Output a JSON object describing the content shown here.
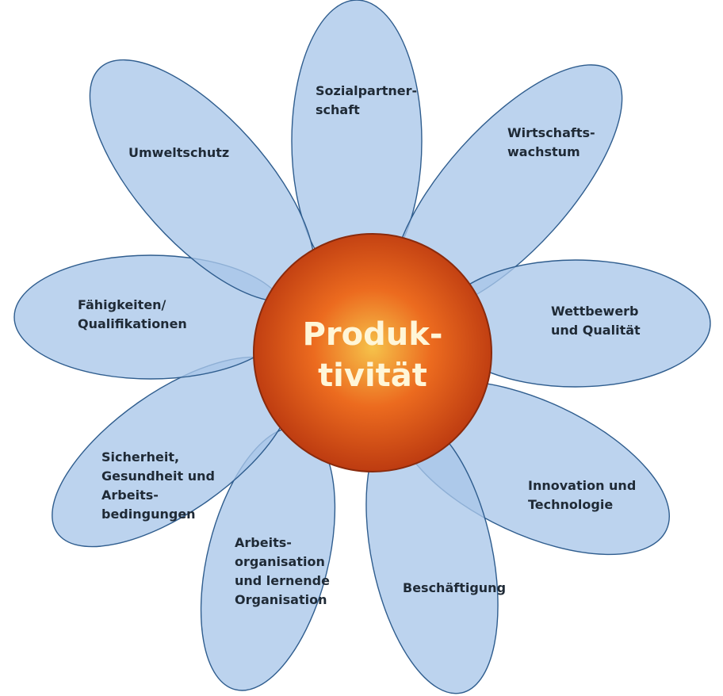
{
  "center": {
    "label_lines": [
      "Produk-",
      "tivität"
    ]
  },
  "petals": [
    {
      "lines": [
        "Sozialpartner-",
        "schaft"
      ]
    },
    {
      "lines": [
        "Wirtschafts-",
        "wachstum"
      ]
    },
    {
      "lines": [
        "Wettbewerb",
        "und Qualität"
      ]
    },
    {
      "lines": [
        "Innovation und",
        "Technologie"
      ]
    },
    {
      "lines": [
        "Beschäftigung"
      ]
    },
    {
      "lines": [
        "Arbeits-",
        "organisation",
        "und lernende",
        "Organisation"
      ]
    },
    {
      "lines": [
        "Sicherheit,",
        "Gesundheit und",
        "Arbeits-",
        "bedingungen"
      ]
    },
    {
      "lines": [
        "Fähigkeiten/",
        "Qualifikationen"
      ]
    },
    {
      "lines": [
        "Umweltschutz"
      ]
    }
  ],
  "colors": {
    "petal_fill": "#a9c7e9",
    "petal_stroke": "#2f5d8e",
    "center_core": "#f6c24a",
    "center_mid": "#ec6b1f",
    "center_edge": "#b8360f",
    "center_stroke": "#8a2a0c"
  }
}
